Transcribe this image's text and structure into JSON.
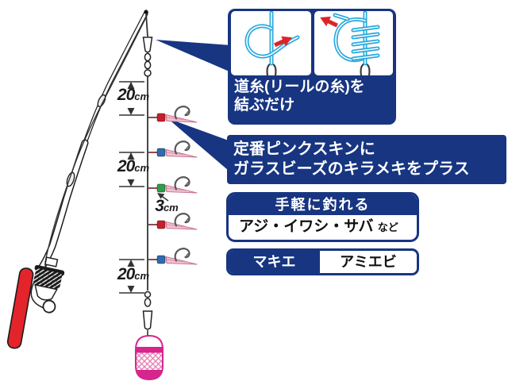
{
  "callout_knot": {
    "line1": "道糸(リールの糸)を",
    "line2": "結ぶだけ"
  },
  "callout_feature": {
    "line1": "定番ピンクスキンに",
    "line2": "ガラスビーズのキラメキをプラス"
  },
  "callout_fish": {
    "header": "手軽に釣れる",
    "species": "アジ・イワシ・サバ",
    "suffix": "など"
  },
  "callout_bait": {
    "label": "マキエ",
    "value": "アミエビ"
  },
  "measures": [
    {
      "value": "20",
      "unit": "cm"
    },
    {
      "value": "20",
      "unit": "cm"
    },
    {
      "value": "3",
      "unit": "cm"
    },
    {
      "value": "20",
      "unit": "cm"
    }
  ],
  "rig": {
    "hooks": [
      {
        "bead_color": "#c81e2b"
      },
      {
        "bead_color": "#2e6cb0"
      },
      {
        "bead_color": "#2f9e49"
      },
      {
        "bead_color": "#c81e2b"
      },
      {
        "bead_color": "#2e6cb0"
      }
    ]
  },
  "colors": {
    "panel_blue": "#173581",
    "knot_line_cyan": "#29a9dc",
    "arrow_red": "#dc2426",
    "grip_red": "#e3242b",
    "lure_pink": "#f4c3d3",
    "cage_magenta": "#d6258c"
  }
}
